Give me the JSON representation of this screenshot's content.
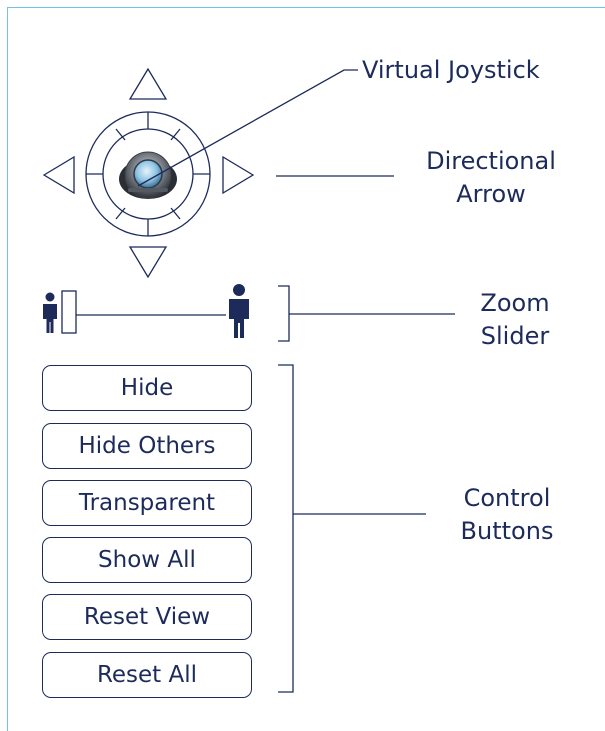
{
  "annotations": {
    "joystick": "Virtual Joystick",
    "arrow_line1": "Directional",
    "arrow_line2": "Arrow",
    "zoom_line1": "Zoom",
    "zoom_line2": "Slider",
    "buttons_line1": "Control",
    "buttons_line2": "Buttons"
  },
  "buttons": {
    "hide": "Hide",
    "hide_others": "Hide Others",
    "transparent": "Transparent",
    "show_all": "Show All",
    "reset_view": "Reset View",
    "reset_all": "Reset All"
  },
  "colors": {
    "ink": "#1c2b5a",
    "frame": "#6ec6e6",
    "knob_ring": "#4a4f58",
    "knob_lens": "#8ec3e2"
  },
  "icons": {
    "up": "triangle-up-icon",
    "down": "triangle-down-icon",
    "left": "triangle-left-icon",
    "right": "triangle-right-icon",
    "knob": "joystick-knob-icon",
    "person_small": "person-small-icon",
    "person_large": "person-large-icon"
  }
}
